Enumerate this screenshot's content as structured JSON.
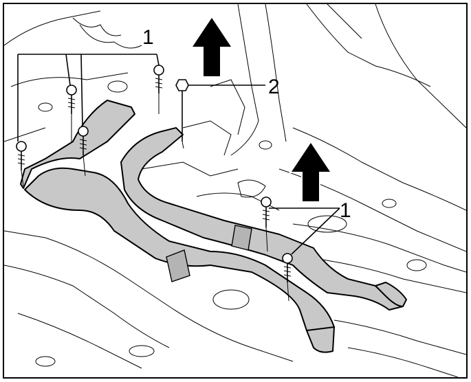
{
  "diagram": {
    "callouts": [
      {
        "id": "callout-1-top",
        "text": "1"
      },
      {
        "id": "callout-2",
        "text": "2"
      },
      {
        "id": "callout-1-right",
        "text": "1"
      }
    ],
    "colors": {
      "duct_fill": "#c8c8c8",
      "line": "#000000",
      "background": "#ffffff"
    },
    "icons": [
      "direction-arrow-icon",
      "screw-icon",
      "nut-icon"
    ]
  }
}
